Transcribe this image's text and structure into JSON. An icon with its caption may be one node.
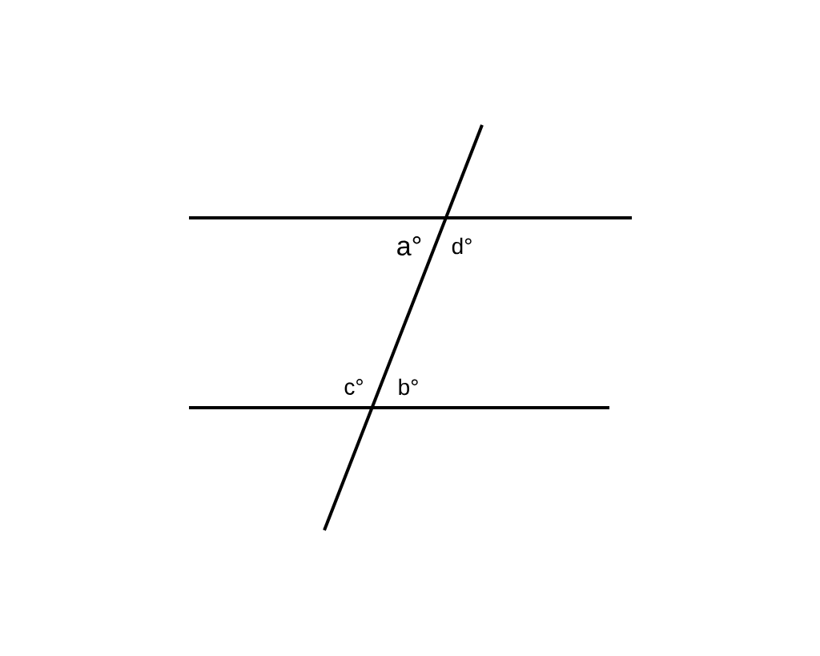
{
  "diagram": {
    "labels": [
      "a°",
      "d°",
      "c°",
      "b°"
    ]
  }
}
